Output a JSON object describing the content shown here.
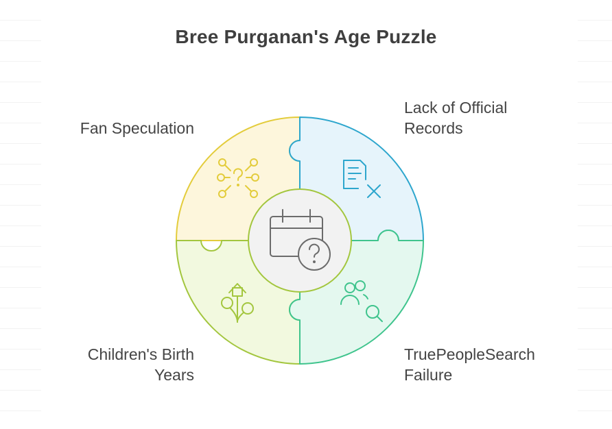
{
  "title": "Bree Purganan's Age Puzzle",
  "pieces": [
    {
      "id": "top-left",
      "lines": [
        "Fan Speculation"
      ],
      "fill": "#fdf6dc",
      "stroke": "#e3cc3b",
      "icon": "network-question-icon"
    },
    {
      "id": "top-right",
      "lines": [
        "Lack of Official",
        "Records"
      ],
      "fill": "#e6f4fb",
      "stroke": "#2da6cd",
      "icon": "document-x-icon"
    },
    {
      "id": "bottom-left",
      "lines": [
        "Children's Birth",
        "Years"
      ],
      "fill": "#f2f9df",
      "stroke": "#a3c63e",
      "icon": "family-tree-icon"
    },
    {
      "id": "bottom-right",
      "lines": [
        "TruePeopleSearch",
        "Failure"
      ],
      "fill": "#e4f8ef",
      "stroke": "#3fc48d",
      "icon": "people-search-icon"
    }
  ],
  "center": {
    "icon": "calendar-question-icon",
    "fill": "#f2f2f2",
    "stroke": "#6b6b6b"
  }
}
